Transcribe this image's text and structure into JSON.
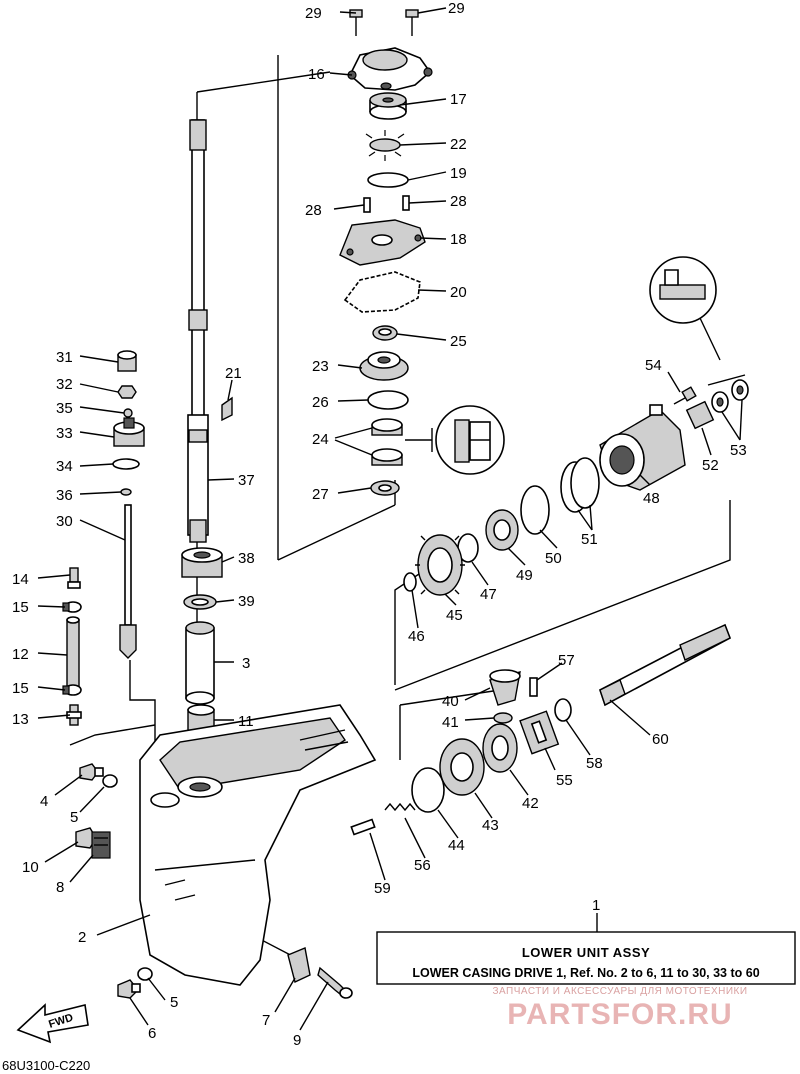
{
  "diagram_code": "68U3100-C220",
  "info_box": {
    "ref": "1",
    "title": "LOWER UNIT ASSY",
    "description": "LOWER CASING DRIVE 1, Ref. No. 2 to 6, 11 to 30, 33 to 60"
  },
  "forward_marker": "FWD",
  "watermark": {
    "tagline": "ЗАПЧАСТИ И АКСЕССУАРЫ ДЛЯ МОТОТЕХНИКИ",
    "brand": "PARTSFOR.RU"
  },
  "callouts": {
    "c29a": "29",
    "c29b": "29",
    "c16": "16",
    "c17": "17",
    "c22": "22",
    "c19": "19",
    "c28a": "28",
    "c28b": "28",
    "c18": "18",
    "c20": "20",
    "c25": "25",
    "c23": "23",
    "c26": "26",
    "c24": "24",
    "c27": "27",
    "c31": "31",
    "c32": "32",
    "c35": "35",
    "c33": "33",
    "c34": "34",
    "c36": "36",
    "c30": "30",
    "c21": "21",
    "c37": "37",
    "c38": "38",
    "c39": "39",
    "c3": "3",
    "c11": "11",
    "c14": "14",
    "c15a": "15",
    "c12": "12",
    "c15b": "15",
    "c13": "13",
    "c4": "4",
    "c5a": "5",
    "c10": "10",
    "c8": "8",
    "c2": "2",
    "c5b": "5",
    "c6": "6",
    "c7": "7",
    "c9": "9",
    "c54": "54",
    "c53": "53",
    "c52": "52",
    "c48": "48",
    "c51": "51",
    "c50": "50",
    "c49": "49",
    "c47": "47",
    "c45": "45",
    "c46": "46",
    "c57": "57",
    "c40": "40",
    "c41": "41",
    "c60": "60",
    "c58": "58",
    "c55": "55",
    "c42": "42",
    "c43": "43",
    "c44": "44",
    "c56": "56",
    "c59": "59",
    "c1": "1"
  }
}
